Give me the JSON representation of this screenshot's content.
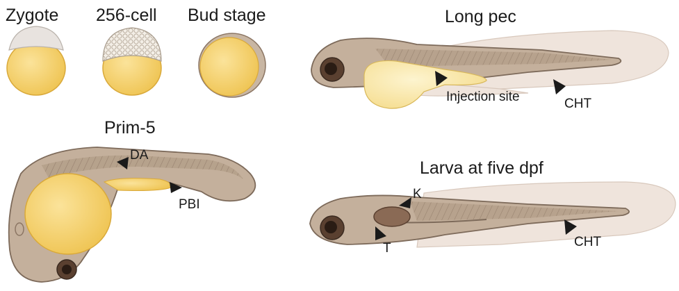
{
  "stages": {
    "zygote": "Zygote",
    "cell256": "256-cell",
    "bud": "Bud stage",
    "prim5": "Prim-5",
    "long_pec": "Long pec",
    "larva": "Larva at five dpf"
  },
  "annotations": {
    "da": "DA",
    "pbi": "PBI",
    "injection_site": "Injection site",
    "cht_long_pec": "CHT",
    "k": "K",
    "t": "T",
    "cht_larva": "CHT"
  },
  "colors": {
    "yolk": "#f6d36b",
    "yolk_light": "#fbe9a8",
    "body": "#b9a48e",
    "body_dark": "#8c7664",
    "fin": "#efe4dc",
    "outline": "#7d6a5a",
    "arrow": "#1a1a1a"
  }
}
